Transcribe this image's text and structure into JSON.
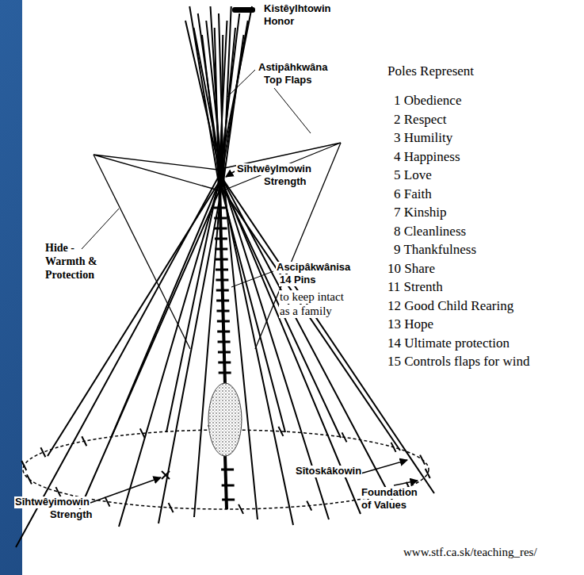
{
  "diagram": {
    "labels": [
      "Kistêylhtowin",
      "Honor",
      "Astipâhkwâna",
      "Top Flaps",
      "Poles Represent",
      "1 Obedience",
      "2 Respect",
      "3 Humility",
      "4 Happiness",
      "5 Love",
      "6 Faith",
      "7 Kinship",
      "8 Cleanliness",
      "9 Thankfulness",
      "10 Share",
      "11 Strenth",
      "12 Good Child Rearing",
      "13 Hope",
      "14 Ultimate protection",
      "15 Controls flaps for wind",
      "Sîhtwêylmowin",
      "Strength",
      "Hide -",
      "Warmth &",
      "Protection",
      "Ascipâkwânisa",
      "14 Pins",
      "to keep intact",
      "as a family",
      "Sîtoskâkowin",
      "Sîhtwêyimowin",
      "Strength",
      "Foundation",
      "of Values",
      "www.stf.ca.sk/teaching_res/"
    ]
  }
}
